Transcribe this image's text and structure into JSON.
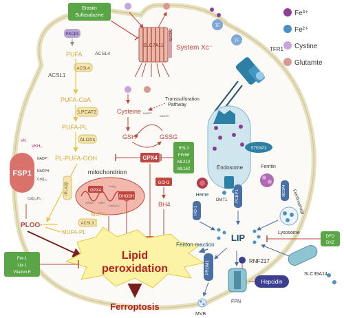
{
  "legend": {
    "items": [
      {
        "label": "Fe³⁺",
        "color": "#8e3f95"
      },
      {
        "label": "Fe²⁺",
        "color": "#4a92c6"
      },
      {
        "label": "Cystine",
        "color": "#c8a5d8"
      },
      {
        "label": "Glutamte",
        "color": "#d79a93"
      }
    ]
  },
  "boxes": {
    "erastin": "Erastin",
    "sulfasalazine": "Sulfasalazine",
    "rsl3": "RSL3",
    "fin56": "FIN56",
    "ml210": "ML210",
    "ml162": "ML162",
    "dfo": "DFO",
    "dxz": "DXZ",
    "fer1": "Fer-1",
    "lip1": "Lip-1",
    "vitamin_e": "Vitamin E"
  },
  "labels": {
    "slc7a11": "SLC7A11",
    "slc3a2": "SLC3A2",
    "system_xc": "System Xc⁻",
    "tfr1": "TFR1",
    "tf": "TF",
    "pkcbii": "PKCβII",
    "acsl4": "ACSL4",
    "acsl1": "ACSL1",
    "pufa": "PUFA",
    "pufa_coa": "PUFA-CoA",
    "lpcat3": "LPCAT3",
    "pufa_pl": "PUFA-PL",
    "aloxs": "ALOXs",
    "pl_pufa_ooh": "PL-PUFA-OOH",
    "fsp1": "FSP1",
    "vk": "VK",
    "vkh2": "VKH₂",
    "nadp_plus": "NADP⁺",
    "nadph": "NADPH",
    "coq10": "CoQ₁₀",
    "coq10h2": "CoQ₁₀H₂",
    "ipla2b": "iPLA2β",
    "ploo": "PLOO·",
    "mufa": "MUFA",
    "acsl3": "ACSL3",
    "mufa_pl": "MUFA-PL",
    "cysteine": "Cysteine",
    "transsulfuration": "Transsulfuration",
    "pathway": "Pathway",
    "gsh": "GSH",
    "gssg": "GSSG",
    "gpx4": "GPX4",
    "mitochondrion": "mitochondrion",
    "dhodh": "DHODH",
    "gch1": "GCH1",
    "bh4": "BH4",
    "endosome": "Endosome",
    "steap3": "STEAP3",
    "dmt1": "DMT1",
    "heme": "Heme",
    "ho1": "HO-1",
    "pcbp1": "PCBP1",
    "ferritin": "Ferritin",
    "ncoa4": "NCOA4",
    "ferritinophagy": "Ferritinophagy",
    "lysosome": "Lysosome",
    "lip": "LIP",
    "fenton": "Fenton  reaction",
    "prom2": "PROM2",
    "rnf217": "RNF217",
    "slc39a14": "SLC39A14",
    "fpn": "FPN",
    "hepcidin": "Hepcidin",
    "mvb": "MVB",
    "lipid": "Lipid",
    "peroxidation": "peroxidation",
    "ferroptosis": "Ferroptosis"
  }
}
